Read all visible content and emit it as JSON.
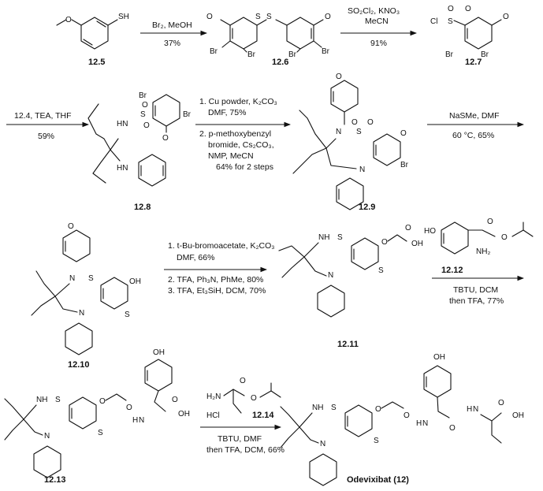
{
  "compounds": {
    "c12_5": "12.5",
    "c12_6": "12.6",
    "c12_7": "12.7",
    "c12_8": "12.8",
    "c12_9": "12.9",
    "c12_10": "12.10",
    "c12_11": "12.11",
    "c12_12": "12.12",
    "c12_13": "12.13",
    "c12_14": "12.14",
    "final": "Odevixibat (12)"
  },
  "steps": {
    "s1_reagents": "Br₂, MeOH",
    "s1_yield": "37%",
    "s2_reagents": "SO₂Cl₂, KNO₃",
    "s2_solvent": "MeCN",
    "s2_yield": "91%",
    "s3_reagents": "12.4, TEA, THF",
    "s3_yield": "59%",
    "s4_line1": "1. Cu powder, K₂CO₃",
    "s4_line2": "DMF, 75%",
    "s4_line3": "2. p-methoxybenzyl",
    "s4_line4": "bromide, Cs₂CO₃,",
    "s4_line5": "NMP, MeCN",
    "s4_line6": "64% for 2 steps",
    "s5_reagents": "NaSMe, DMF",
    "s5_cond": "60 °C, 65%",
    "s6_line1": "1. t-Bu-bromoacetate, K₂CO₃",
    "s6_line2": "DMF, 66%",
    "s6_line3": "2. TFA, Ph₃N, PhMe, 80%",
    "s6_line4": "3. TFA, Et₃SiH, DCM, 70%",
    "s7_line1": "TBTU, DCM",
    "s7_line2": "then TFA, 77%",
    "s8_line1": "TBTU, DMF",
    "s8_line2": "then TFA, DCM, 66%"
  },
  "atoms": {
    "SH": "SH",
    "S": "S",
    "O": "O",
    "Br": "Br",
    "Cl": "Cl",
    "N": "N",
    "NH": "NH",
    "HN": "HN",
    "OH": "OH",
    "HO": "HO",
    "NH2": "NH₂",
    "H2N": "H₂N",
    "HCl": "HCl",
    "H": "H"
  }
}
